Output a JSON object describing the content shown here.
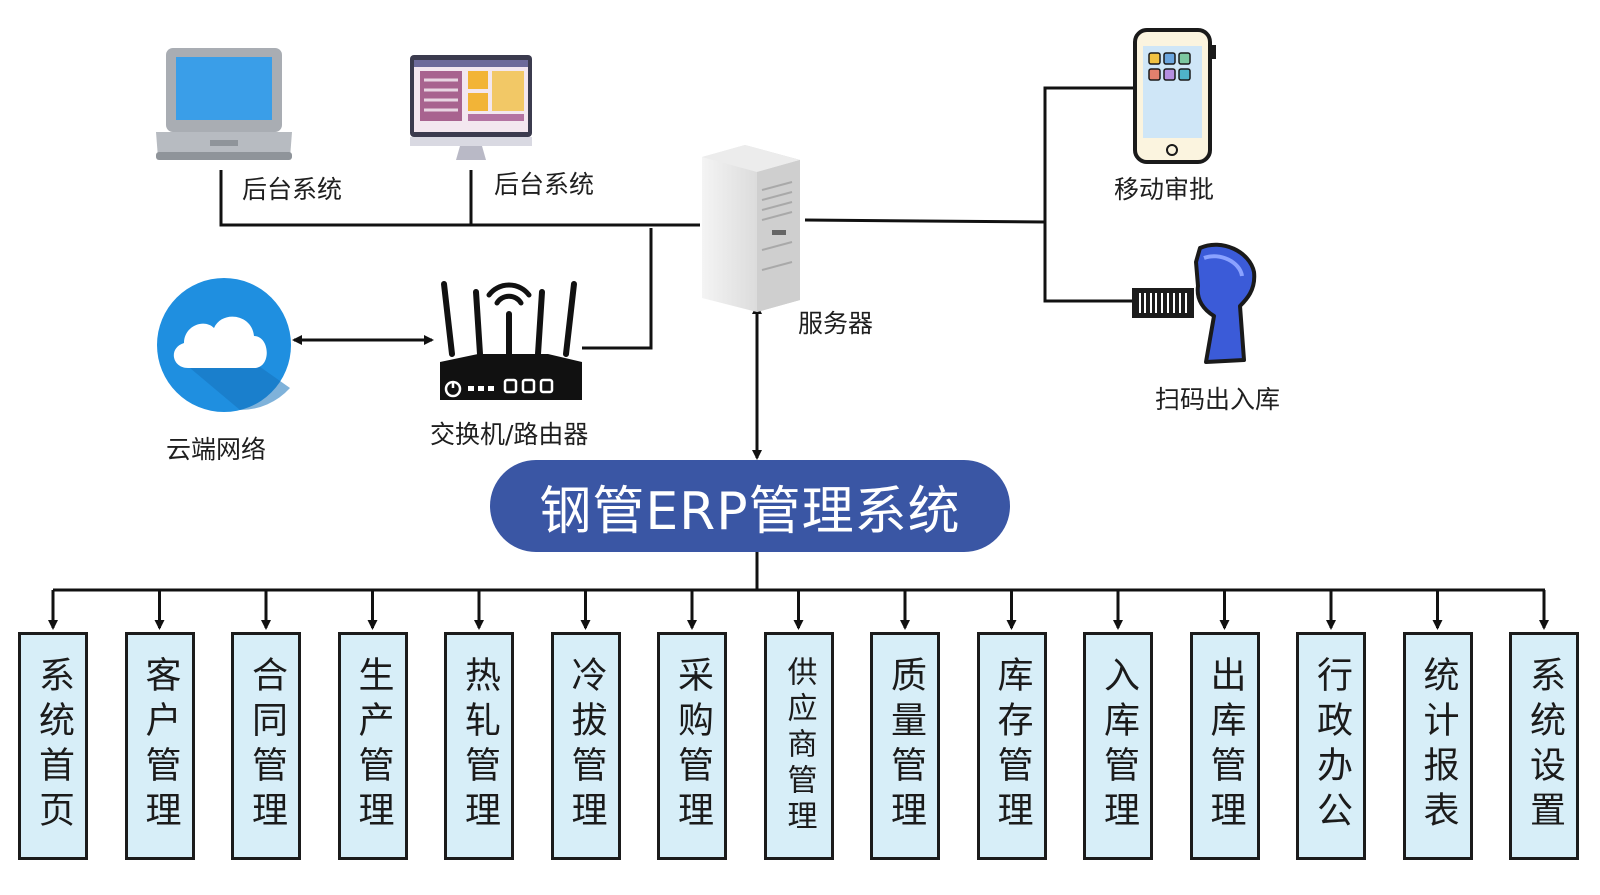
{
  "devices": {
    "laptop_label": "后台系统",
    "desktop_label": "后台系统",
    "server_label": "服务器",
    "mobile_label": "移动审批",
    "scanner_label": "扫码出入库",
    "cloud_label": "云端网络",
    "router_label": "交换机/路由器"
  },
  "title": "钢管ERP管理系统",
  "modules": [
    "系统首页",
    "客户管理",
    "合同管理",
    "生产管理",
    "热轧管理",
    "冷拔管理",
    "采购管理",
    "供应商管理",
    "质量管理",
    "库存管理",
    "入库管理",
    "出库管理",
    "行政办公",
    "统计报表",
    "系统设置"
  ],
  "colors": {
    "title_bg": "#3a56a4",
    "module_bg": "#d7eef8",
    "cloud_blue": "#1f8fe0",
    "scanner_blue": "#3b5bd8"
  }
}
